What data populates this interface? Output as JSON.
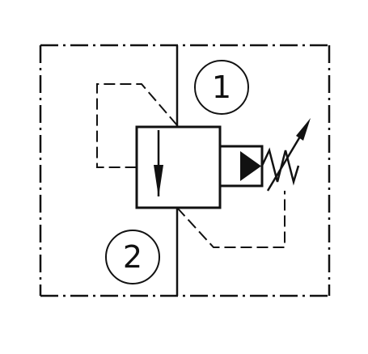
{
  "diagram": {
    "type": "hydraulic-schematic",
    "symbol": "relief-valve",
    "port_1_label": "1",
    "port_2_label": "2",
    "line_color": "#111111",
    "background": "#ffffff"
  }
}
